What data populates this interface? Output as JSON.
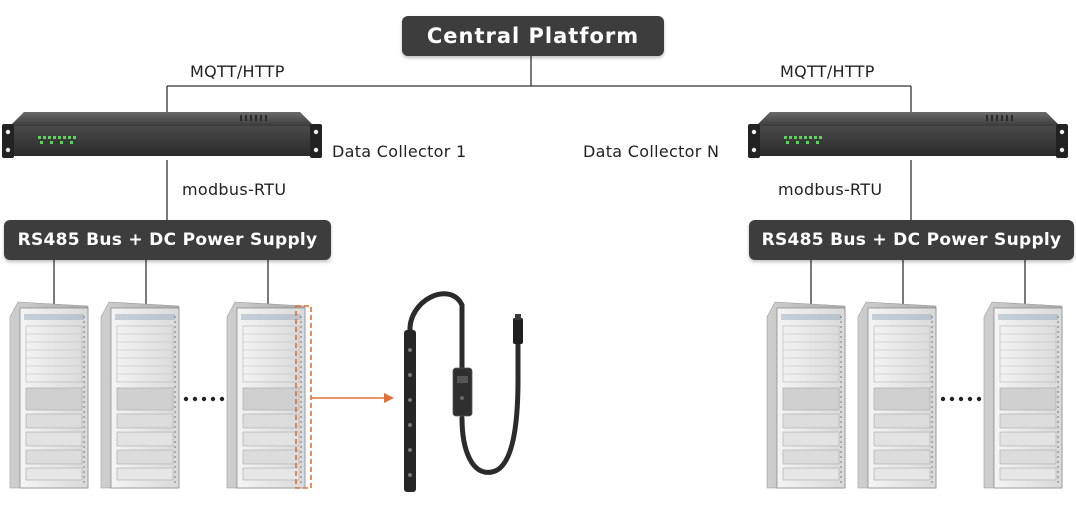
{
  "central": {
    "label": "Central Platform"
  },
  "protocols": {
    "upper_left": "MQTT/HTTP",
    "upper_right": "MQTT/HTTP",
    "lower_left": "modbus-RTU",
    "lower_right": "modbus-RTU"
  },
  "collectors": {
    "left": "Data Collector 1",
    "right": "Data Collector N"
  },
  "buses": {
    "left": "RS485 Bus + DC Power Supply",
    "right": "RS485 Bus + DC Power Supply"
  },
  "colors": {
    "box_bg": "#3d3d3d",
    "line": "#333333",
    "highlight": "#e0703a",
    "device": "#2b2b2b"
  }
}
